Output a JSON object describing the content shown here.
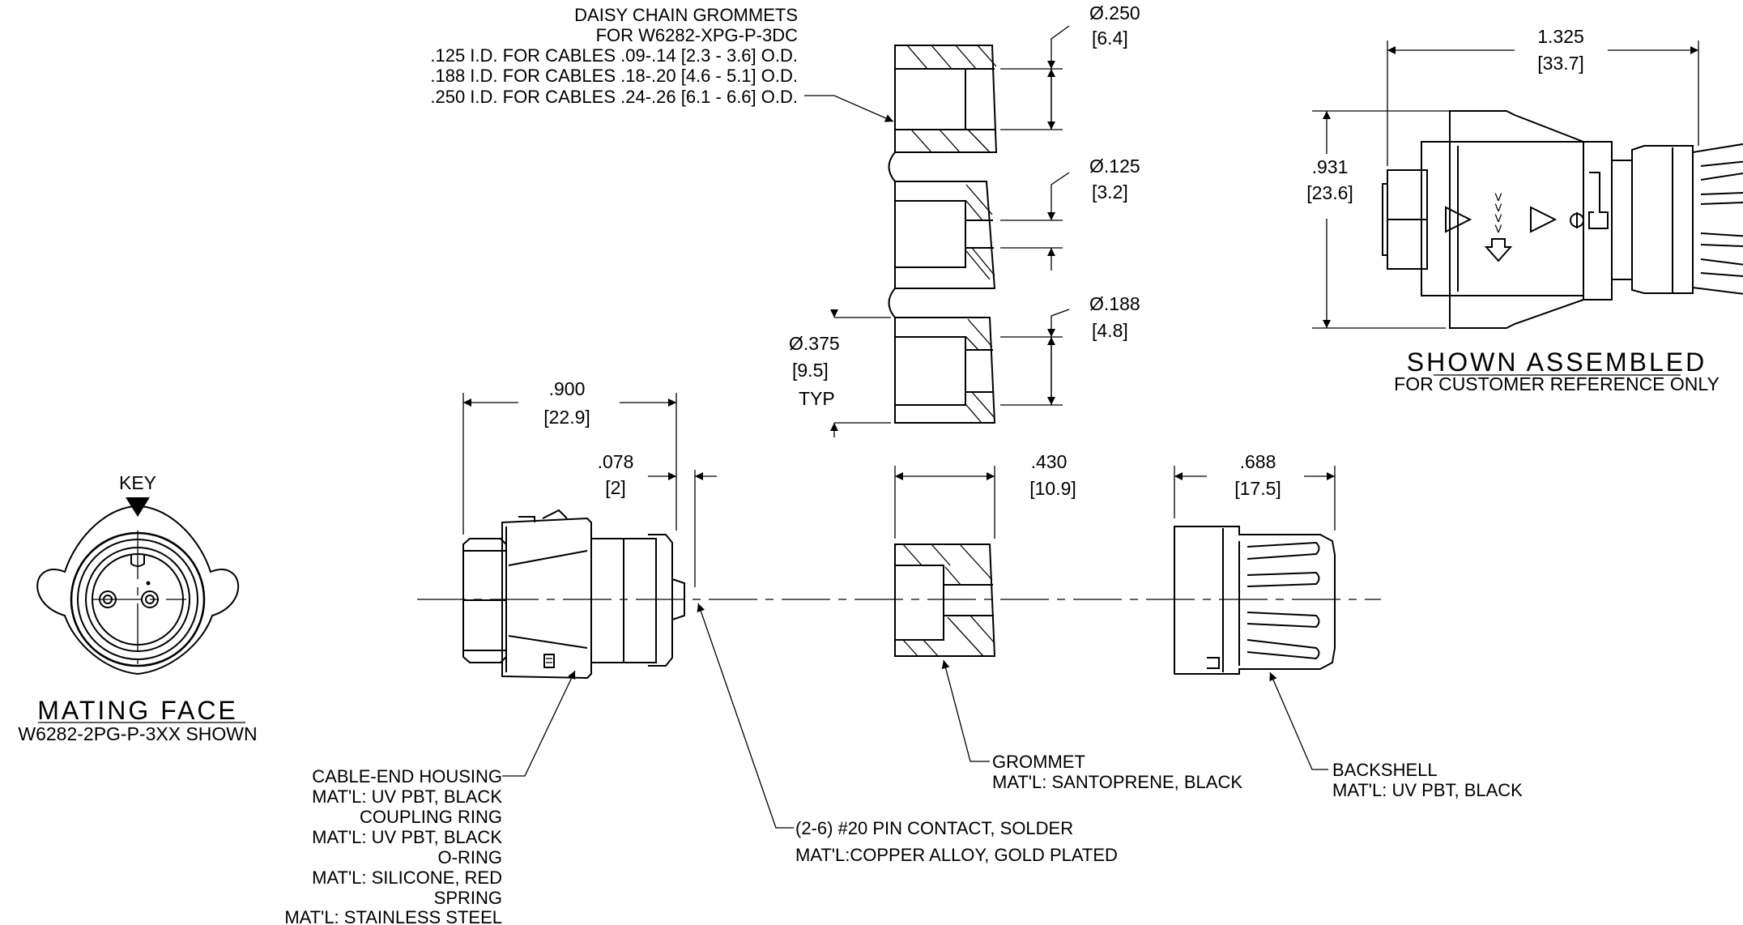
{
  "title": {
    "mating_face": "MATING FACE",
    "mating_face_sub": "W6282-2PG-P-3XX SHOWN",
    "shown_assembled": "SHOWN ASSEMBLED",
    "shown_assembled_sub": "FOR CUSTOMER REFERENCE ONLY"
  },
  "key_label": "KEY",
  "grommets_note": [
    "DAISY CHAIN GROMMETS",
    "FOR W6282-XPG-P-3DC",
    ".125 I.D. FOR CABLES .09-.14 [2.3 - 3.6] O.D.",
    ".188 I.D. FOR CABLES .18-.20 [4.6 - 5.1] O.D.",
    ".250 I.D. FOR CABLES .24-.26 [6.1 - 6.6] O.D."
  ],
  "dims": {
    "d250": "Ø.250",
    "d250_mm": "[6.4]",
    "d125": "Ø.125",
    "d125_mm": "[3.2]",
    "d188": "Ø.188",
    "d188_mm": "[4.8]",
    "d375": "Ø.375",
    "d375_mm": "[9.5]",
    "typ": "TYP",
    "w1325": "1.325",
    "w1325_mm": "[33.7]",
    "h931": ".931",
    "h931_mm": "[23.6]",
    "w900": ".900",
    "w900_mm": "[22.9]",
    "w078": ".078",
    "w078_mm": "[2]",
    "w430": ".430",
    "w430_mm": "[10.9]",
    "w688": ".688",
    "w688_mm": "[17.5]"
  },
  "notes": {
    "housing": [
      "CABLE-END HOUSING",
      "MAT'L: UV PBT, BLACK",
      "COUPLING RING",
      "MAT'L: UV PBT, BLACK",
      "O-RING",
      "MAT'L: SILICONE, RED",
      "SPRING",
      "MAT'L: STAINLESS STEEL"
    ],
    "pin": [
      "(2-6) #20 PIN CONTACT, SOLDER",
      "MAT'L:COPPER ALLOY, GOLD PLATED"
    ],
    "grommet": [
      "GROMMET",
      "MAT'L: SANTOPRENE, BLACK"
    ],
    "backshell": [
      "BACKSHELL",
      "MAT'L: UV PBT, BLACK"
    ]
  }
}
